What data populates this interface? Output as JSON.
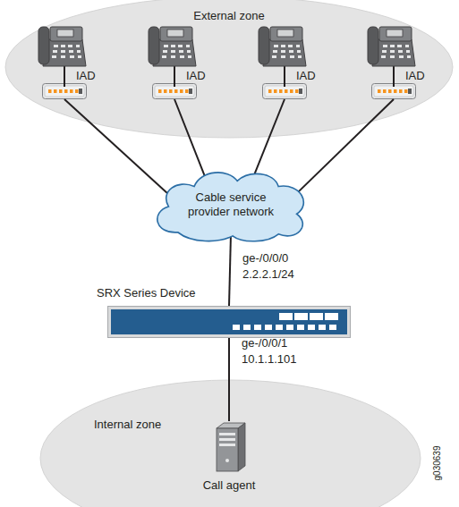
{
  "diagram": {
    "nodes": [
      {
        "text": [
          "External zone"
        ]
      },
      {
        "text": [
          "IAD"
        ],
        "in": 0
      },
      {
        "text": [
          "IAD"
        ],
        "in": 0
      },
      {
        "text": [
          "IAD"
        ],
        "in": 0
      },
      {
        "text": [
          "IAD"
        ],
        "in": 0
      },
      {
        "text": [
          "Cable service provider network"
        ]
      },
      {
        "text": [
          "SRX Series Device"
        ]
      },
      {
        "text": [
          "Internal zone"
        ]
      },
      {
        "text": [
          "Call agent"
        ],
        "in": 7
      }
    ],
    "edges": [
      {
        "from": 1,
        "to": 5,
        "arrow": "none"
      },
      {
        "from": 2,
        "to": 5,
        "arrow": "none"
      },
      {
        "from": 3,
        "to": 5,
        "arrow": "none"
      },
      {
        "from": 4,
        "to": 5,
        "arrow": "none"
      },
      {
        "from": 5,
        "to": 6,
        "label": "ge-/0/0/0 2.2.2.1/24",
        "arrow": "none"
      },
      {
        "from": 6,
        "to": 8,
        "label": "ge-/0/0/1 10.1.1.101",
        "arrow": "none"
      }
    ],
    "labels": [
      "g030639"
    ]
  }
}
